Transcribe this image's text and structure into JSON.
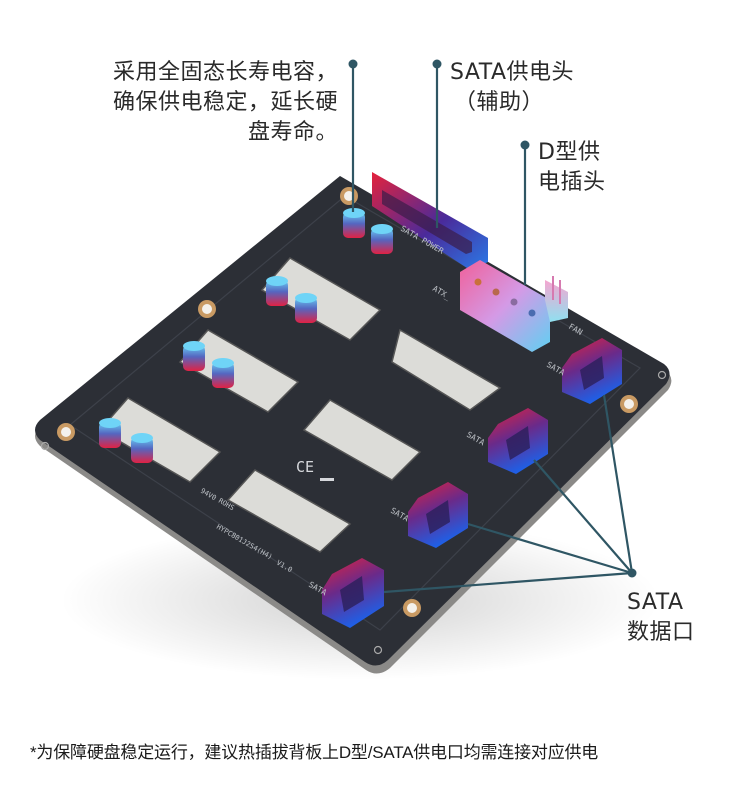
{
  "callouts": {
    "capacitor": {
      "lines": [
        "采用全固态长寿电容，",
        "确保供电稳定，延长硬",
        "盘寿命。"
      ]
    },
    "sata_power": {
      "lines": [
        "SATA供电头",
        "（辅助）"
      ]
    },
    "d_type_power": {
      "lines": [
        "D型供",
        "电插头"
      ]
    },
    "sata_data": {
      "lines": [
        "SATA",
        "数据口"
      ]
    }
  },
  "board_silkscreen": {
    "sata_power_label": "SATA POWER",
    "atx_label": "ATX_",
    "fan_label": "FAN",
    "sata_port_label": "SATA",
    "rohs_label": "ROHS",
    "ul_label": "94V0",
    "model_label": "HYPC801J2S4(H4)",
    "version_label": "V1.0",
    "ce_mark": "CE"
  },
  "footnote": "*为保障硬盘稳定运行，建议热插拔背板上D型/SATA供电口均需连接对应供电",
  "colors": {
    "leader_line": "#2f5664",
    "pcb": "#2b2e35",
    "connector_red": "#e0233f",
    "connector_blue": "#1f5fe0",
    "molex_pink": "#f07aa6",
    "molex_cyan": "#6fd6f0"
  }
}
